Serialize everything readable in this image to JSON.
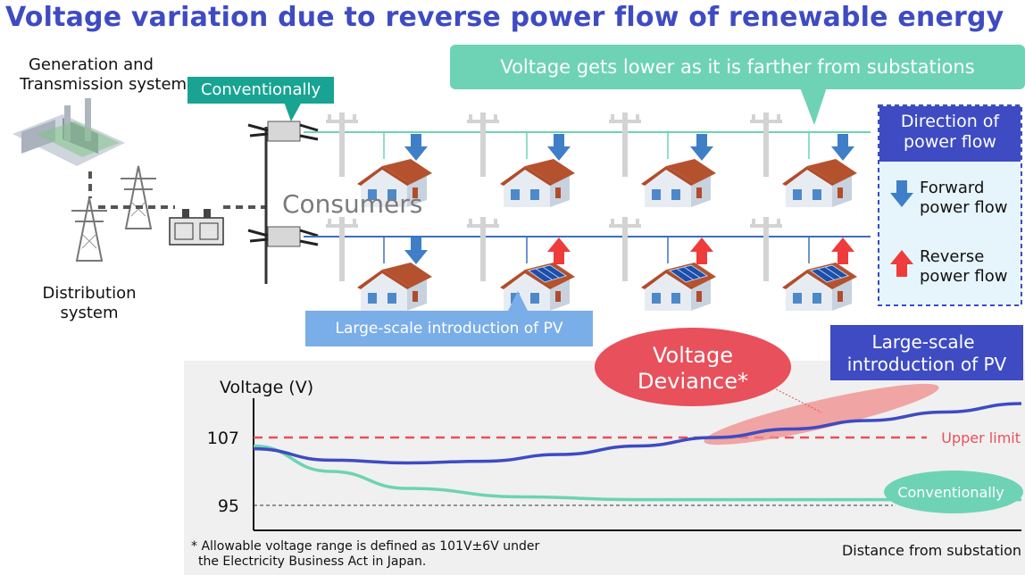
{
  "title": "Voltage variation due to reverse power flow of renewable energy",
  "labels": {
    "generation": [
      "Generation and",
      "Transmission system"
    ],
    "distribution": [
      "Distribution",
      "system"
    ],
    "conventionally_box": "Conventionally",
    "consumers": "Consumers",
    "voltage_lower": "Voltage gets lower as it is farther from substations",
    "pv_intro_box": "Large-scale introduction of PV"
  },
  "legend": {
    "title": [
      "Direction of",
      "power flow"
    ],
    "forward": [
      "Forward",
      "power flow"
    ],
    "reverse": [
      "Reverse",
      "power flow"
    ]
  },
  "colors": {
    "title": "#3e4bc2",
    "teal": "#19a392",
    "mint": "#6dd3b4",
    "navy": "#3e4bc2",
    "red": "#e8505b",
    "forward_arrow": "#3f7fc7",
    "reverse_arrow": "#ee3b3b",
    "pv_box": "#7aaee8"
  },
  "chart_data": {
    "type": "line",
    "ylabel": "Voltage (V)",
    "xlabel": "Distance from substation",
    "yticks": [
      95,
      107
    ],
    "reference_lines": [
      {
        "name": "Upper limit",
        "value": 107
      },
      {
        "name": "",
        "value": 95
      }
    ],
    "series": [
      {
        "name": "Conventionally",
        "x": [
          0,
          0.1,
          0.2,
          0.35,
          0.5,
          0.7,
          1.0
        ],
        "values": [
          105.5,
          101,
          98,
          96.5,
          96,
          96,
          96
        ]
      },
      {
        "name": "Large-scale introduction of PV",
        "x": [
          0,
          0.1,
          0.2,
          0.3,
          0.4,
          0.5,
          0.6,
          0.7,
          0.8,
          0.9,
          1.0
        ],
        "values": [
          105,
          103,
          102.5,
          102.8,
          104,
          105.5,
          107,
          108.5,
          110,
          111.5,
          113
        ]
      }
    ],
    "annotations": [
      "Voltage Deviance*",
      "Large-scale introduction of PV",
      "Conventionally"
    ],
    "footnote": [
      "* Allowable voltage range is defined as 101V±6V under",
      "the Electricity Business Act in Japan."
    ]
  }
}
